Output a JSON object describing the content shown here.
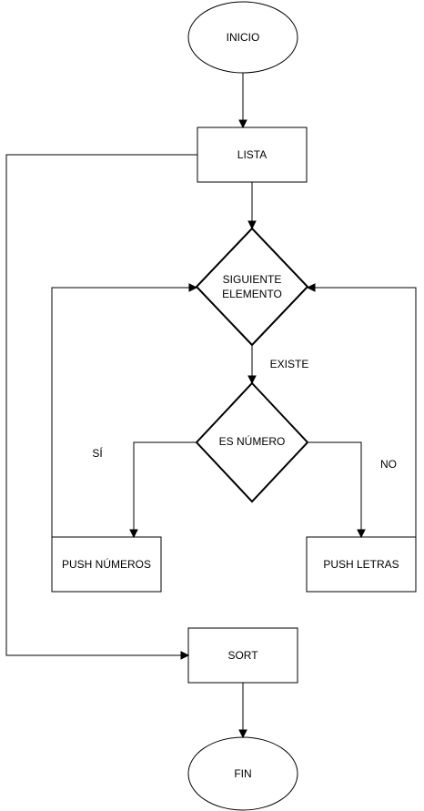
{
  "diagram": {
    "nodes": {
      "inicio": "INICIO",
      "lista": "LISTA",
      "siguiente": "SIGUIENTE ELEMENTO",
      "es_numero": "ES NÚMERO",
      "push_numeros": "PUSH NÚMEROS",
      "push_letras": "PUSH LETRAS",
      "sort": "SORT",
      "fin": "FIN"
    },
    "edge_labels": {
      "existe": "EXISTE",
      "si": "SÍ",
      "no": "NO"
    }
  }
}
